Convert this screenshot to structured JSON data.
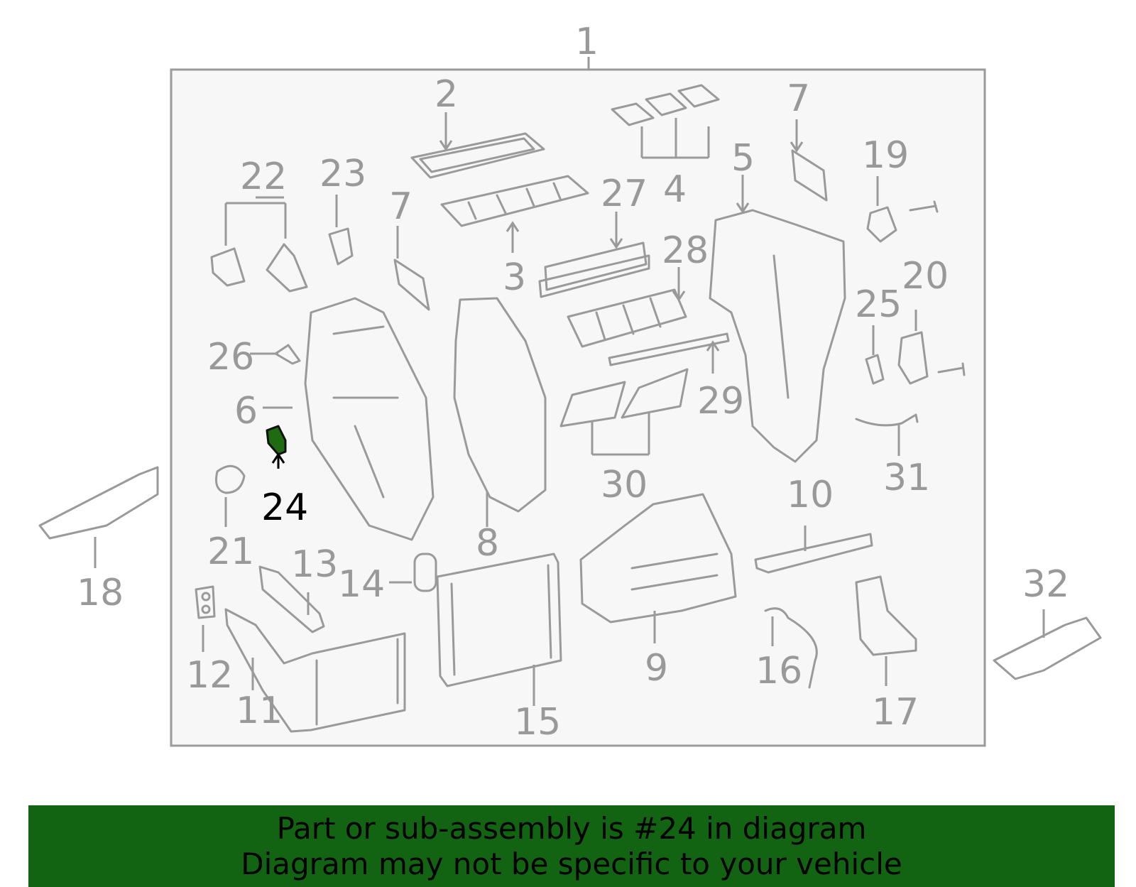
{
  "diagram": {
    "highlight_callout": "24",
    "callouts": [
      {
        "id": "c1",
        "text": "1"
      },
      {
        "id": "c2",
        "text": "2"
      },
      {
        "id": "c3",
        "text": "3"
      },
      {
        "id": "c4",
        "text": "4"
      },
      {
        "id": "c5",
        "text": "5"
      },
      {
        "id": "c6",
        "text": "6"
      },
      {
        "id": "c7a",
        "text": "7"
      },
      {
        "id": "c7b",
        "text": "7"
      },
      {
        "id": "c8",
        "text": "8"
      },
      {
        "id": "c9",
        "text": "9"
      },
      {
        "id": "c10",
        "text": "10"
      },
      {
        "id": "c11",
        "text": "11"
      },
      {
        "id": "c12",
        "text": "12"
      },
      {
        "id": "c13",
        "text": "13"
      },
      {
        "id": "c14",
        "text": "14"
      },
      {
        "id": "c15",
        "text": "15"
      },
      {
        "id": "c16",
        "text": "16"
      },
      {
        "id": "c17",
        "text": "17"
      },
      {
        "id": "c18",
        "text": "18"
      },
      {
        "id": "c19",
        "text": "19"
      },
      {
        "id": "c20",
        "text": "20"
      },
      {
        "id": "c21",
        "text": "21"
      },
      {
        "id": "c22",
        "text": "22"
      },
      {
        "id": "c23",
        "text": "23"
      },
      {
        "id": "c24",
        "text": "24"
      },
      {
        "id": "c25",
        "text": "25"
      },
      {
        "id": "c26",
        "text": "26"
      },
      {
        "id": "c27",
        "text": "27"
      },
      {
        "id": "c28",
        "text": "28"
      },
      {
        "id": "c29",
        "text": "29"
      },
      {
        "id": "c30",
        "text": "30"
      },
      {
        "id": "c31",
        "text": "31"
      },
      {
        "id": "c32",
        "text": "32"
      }
    ]
  },
  "banner": {
    "line1": "Part or sub-assembly is #24 in diagram",
    "line2": "Diagram may not be specific to your vehicle"
  },
  "colors": {
    "banner_bg": "#126312",
    "highlight": "#1f6b12",
    "linework": "#9a9a9a"
  }
}
